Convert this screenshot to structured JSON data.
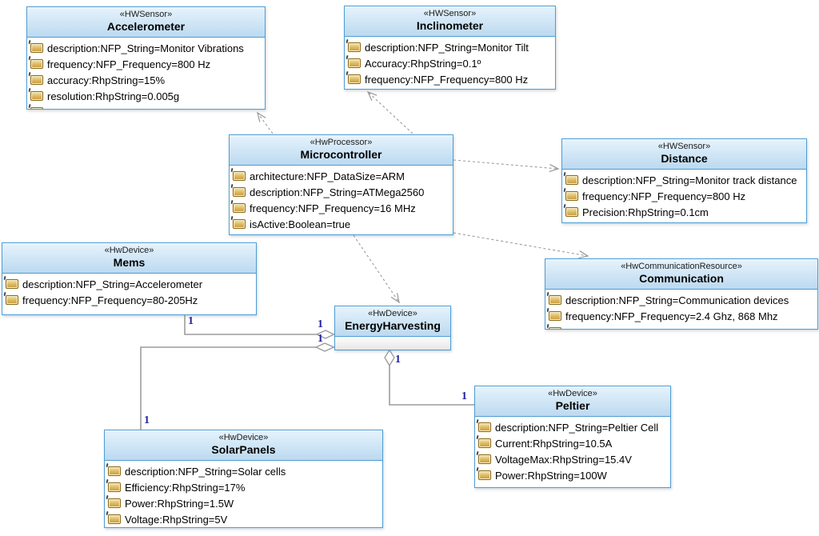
{
  "colors": {
    "box_border": "#4f9cd3",
    "header_gradient_top": "#e6f3fc",
    "header_gradient_bottom": "#bcd9ef",
    "connector_gray": "#9c9c9c",
    "multiplicity_blue": "#20209e",
    "attribute_icon_tan": "#ddb75e"
  },
  "icons": {
    "attribute_icon": "uml-attribute-box"
  },
  "classes": {
    "accelerometer": {
      "stereotype": "«HWSensor»",
      "name": "Accelerometer",
      "attributes": [
        "description:NFP_String=Monitor Vibrations",
        "frequency:NFP_Frequency=800 Hz",
        "accuracy:RhpString=15%",
        "resolution:RhpString=0.005g"
      ]
    },
    "inclinometer": {
      "stereotype": "«HWSensor»",
      "name": "Inclinometer",
      "attributes": [
        "description:NFP_String=Monitor Tilt",
        "Accuracy:RhpString=0.1º",
        "frequency:NFP_Frequency=800 Hz"
      ]
    },
    "microcontroller": {
      "stereotype": "«HwProcessor»",
      "name": "Microcontroller",
      "attributes": [
        "architecture:NFP_DataSize=ARM",
        "description:NFP_String=ATMega2560",
        "frequency:NFP_Frequency=16 MHz",
        "isActive:Boolean=true"
      ]
    },
    "distance": {
      "stereotype": "«HWSensor»",
      "name": "Distance",
      "attributes": [
        "description:NFP_String=Monitor track distance",
        "frequency:NFP_Frequency=800 Hz",
        "Precision:RhpString=0.1cm"
      ]
    },
    "mems": {
      "stereotype": "«HwDevice»",
      "name": "Mems",
      "attributes": [
        "description:NFP_String=Accelerometer",
        "frequency:NFP_Frequency=80-205Hz"
      ]
    },
    "communication": {
      "stereotype": "«HwCommunicationResource»",
      "name": "Communication",
      "attributes": [
        "description:NFP_String=Communication devices",
        "frequency:NFP_Frequency=2.4 Ghz, 868 Mhz"
      ]
    },
    "energyharvesting": {
      "stereotype": "«HwDevice»",
      "name": "EnergyHarvesting",
      "attributes": []
    },
    "solarpanels": {
      "stereotype": "«HwDevice»",
      "name": "SolarPanels",
      "attributes": [
        "description:NFP_String=Solar cells",
        "Efficiency:RhpString=17%",
        "Power:RhpString=1.5W",
        "Voltage:RhpString=5V"
      ]
    },
    "peltier": {
      "stereotype": "«HwDevice»",
      "name": "Peltier",
      "attributes": [
        "description:NFP_String=Peltier Cell",
        "Current:RhpString=10.5A",
        "VoltageMax:RhpString=15.4V",
        "Power:RhpString=100W"
      ]
    }
  },
  "relationships": {
    "dependencies": [
      {
        "from": "Microcontroller",
        "to": "Accelerometer"
      },
      {
        "from": "Microcontroller",
        "to": "Inclinometer"
      },
      {
        "from": "Microcontroller",
        "to": "Distance"
      },
      {
        "from": "Microcontroller",
        "to": "Communication"
      },
      {
        "from": "Microcontroller",
        "to": "EnergyHarvesting"
      }
    ],
    "aggregations": [
      {
        "whole": "EnergyHarvesting",
        "part": "Mems",
        "whole_multiplicity": "1",
        "part_multiplicity": "1"
      },
      {
        "whole": "EnergyHarvesting",
        "part": "SolarPanels",
        "whole_multiplicity": "1",
        "part_multiplicity": "1"
      },
      {
        "whole": "EnergyHarvesting",
        "part": "Peltier",
        "whole_multiplicity": "1",
        "part_multiplicity": "1"
      }
    ]
  }
}
